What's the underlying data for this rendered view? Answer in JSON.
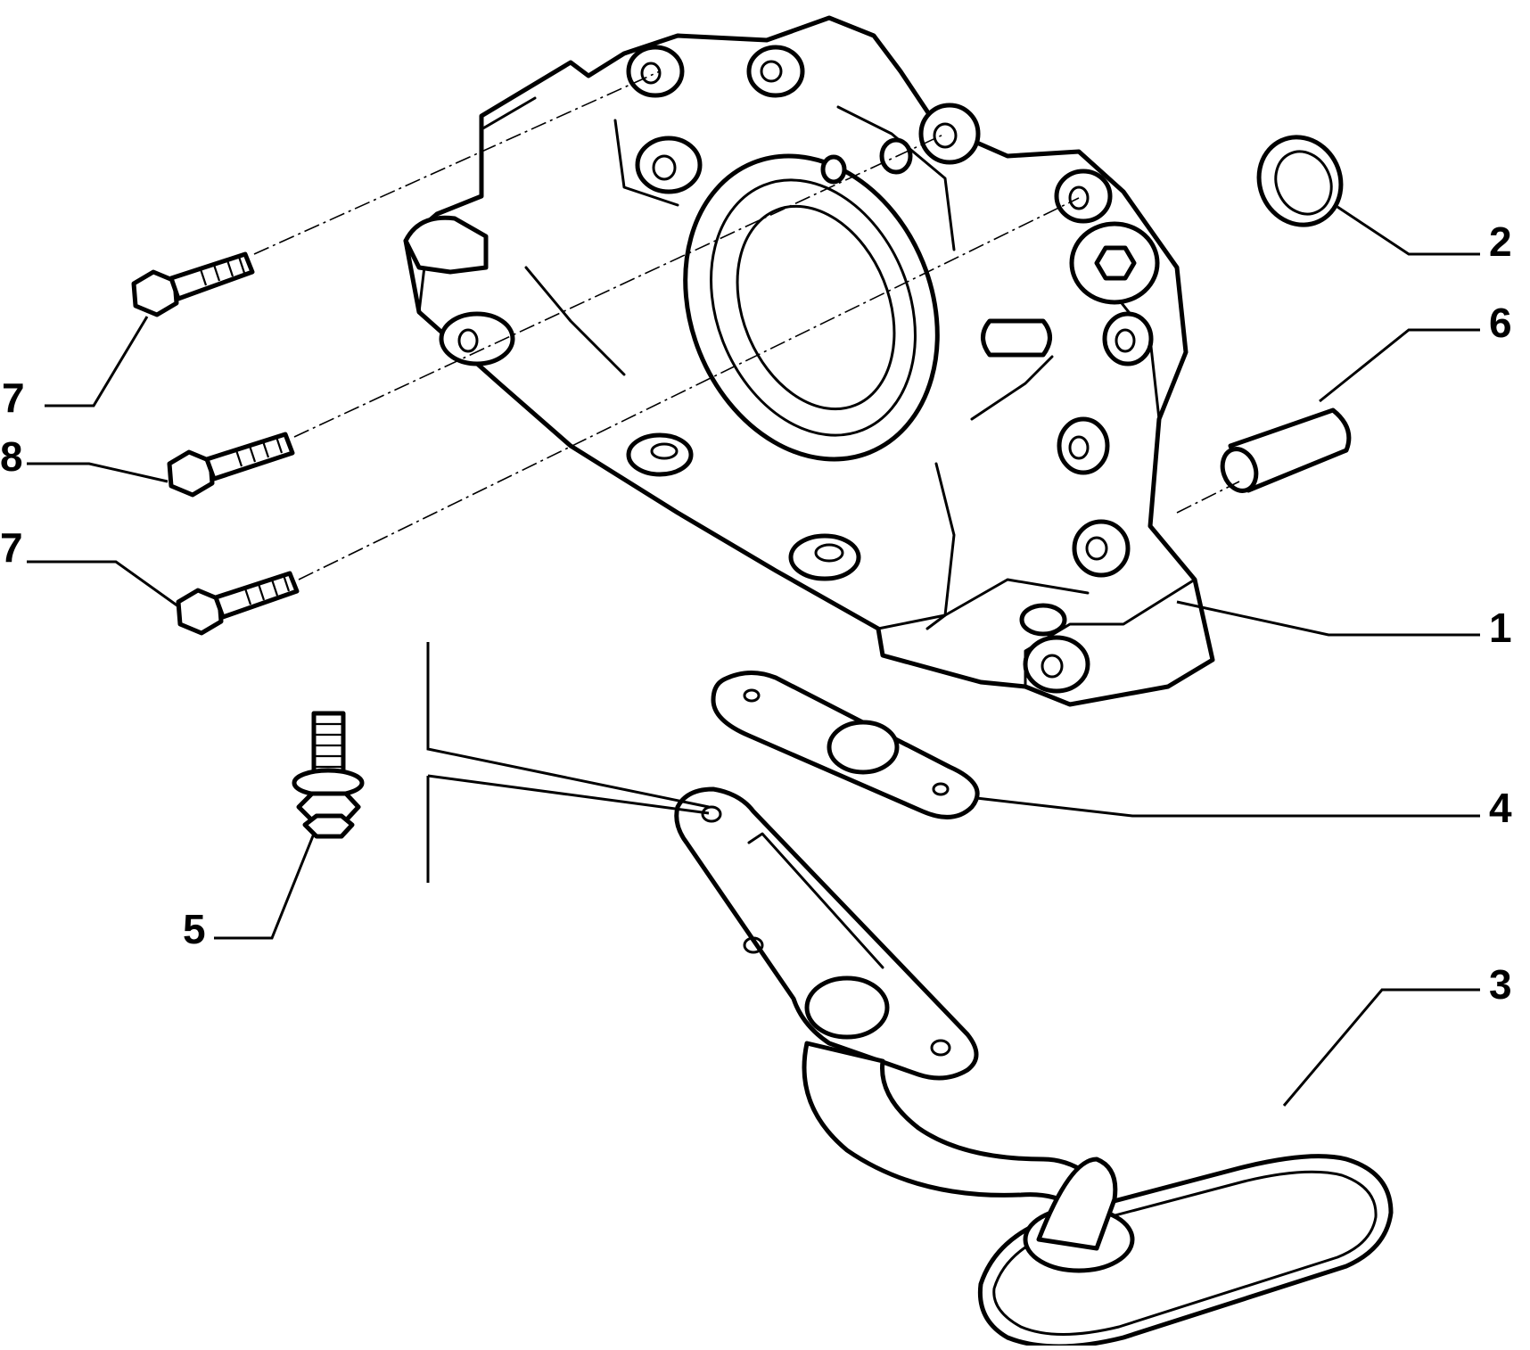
{
  "callouts": {
    "c1": "1",
    "c2": "2",
    "c3": "3",
    "c4": "4",
    "c5": "5",
    "c6": "6",
    "c7a": "7",
    "c7b": "7",
    "c8": "8"
  },
  "colors": {
    "line": "#000000",
    "background": "#ffffff"
  }
}
